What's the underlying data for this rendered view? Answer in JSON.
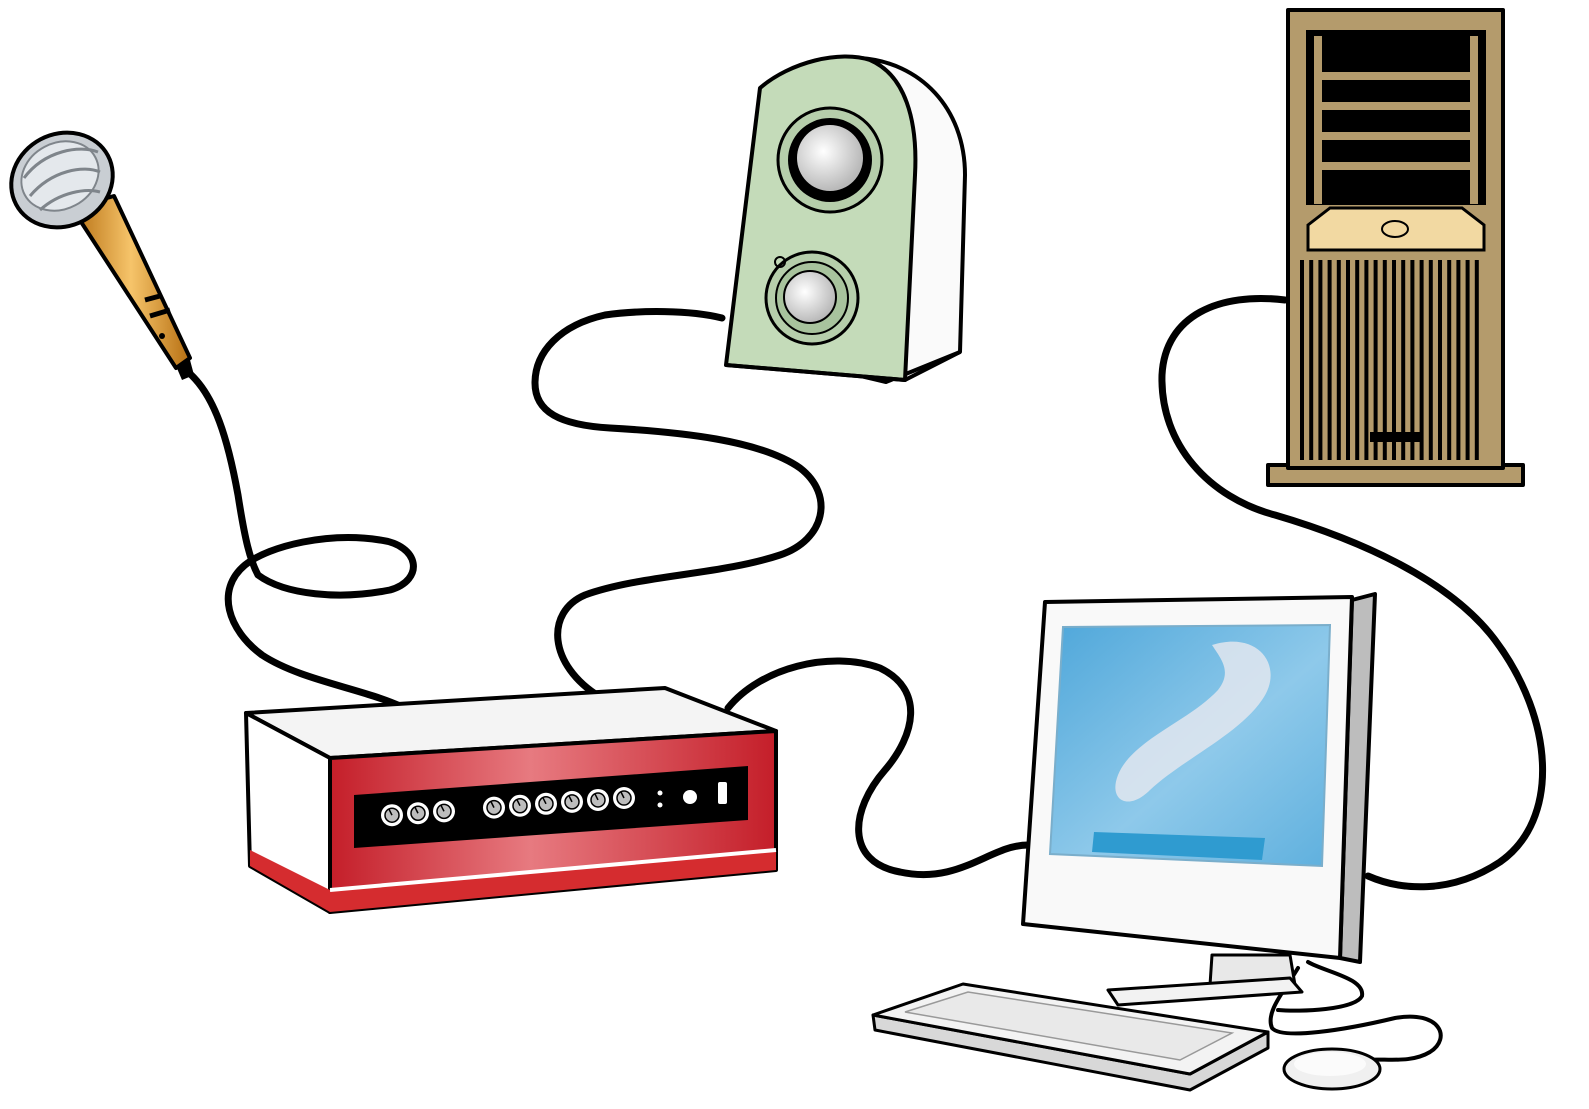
{
  "scene": {
    "devices": [
      {
        "id": "microphone",
        "icon": "microphone-icon"
      },
      {
        "id": "speaker",
        "icon": "speaker-icon"
      },
      {
        "id": "tower",
        "icon": "tower-computer-icon"
      },
      {
        "id": "audio-interface",
        "icon": "audio-interface-icon"
      },
      {
        "id": "monitor",
        "icon": "monitor-icon"
      },
      {
        "id": "keyboard",
        "icon": "keyboard-icon"
      },
      {
        "id": "mouse",
        "icon": "mouse-icon"
      }
    ],
    "connections": [
      {
        "from": "microphone",
        "to": "audio-interface"
      },
      {
        "from": "speaker",
        "to": "audio-interface"
      },
      {
        "from": "audio-interface",
        "to": "monitor"
      },
      {
        "from": "tower",
        "to": "monitor"
      },
      {
        "from": "keyboard",
        "to": "monitor"
      },
      {
        "from": "mouse",
        "to": "monitor"
      }
    ],
    "colors": {
      "interface_red": "#c8202a",
      "speaker_green": "#c4dbb9",
      "tower_tan": "#b49b6c",
      "mic_gold": "#e0a433",
      "screen_blue": "#6fb8e0",
      "cable": "#000000"
    }
  }
}
